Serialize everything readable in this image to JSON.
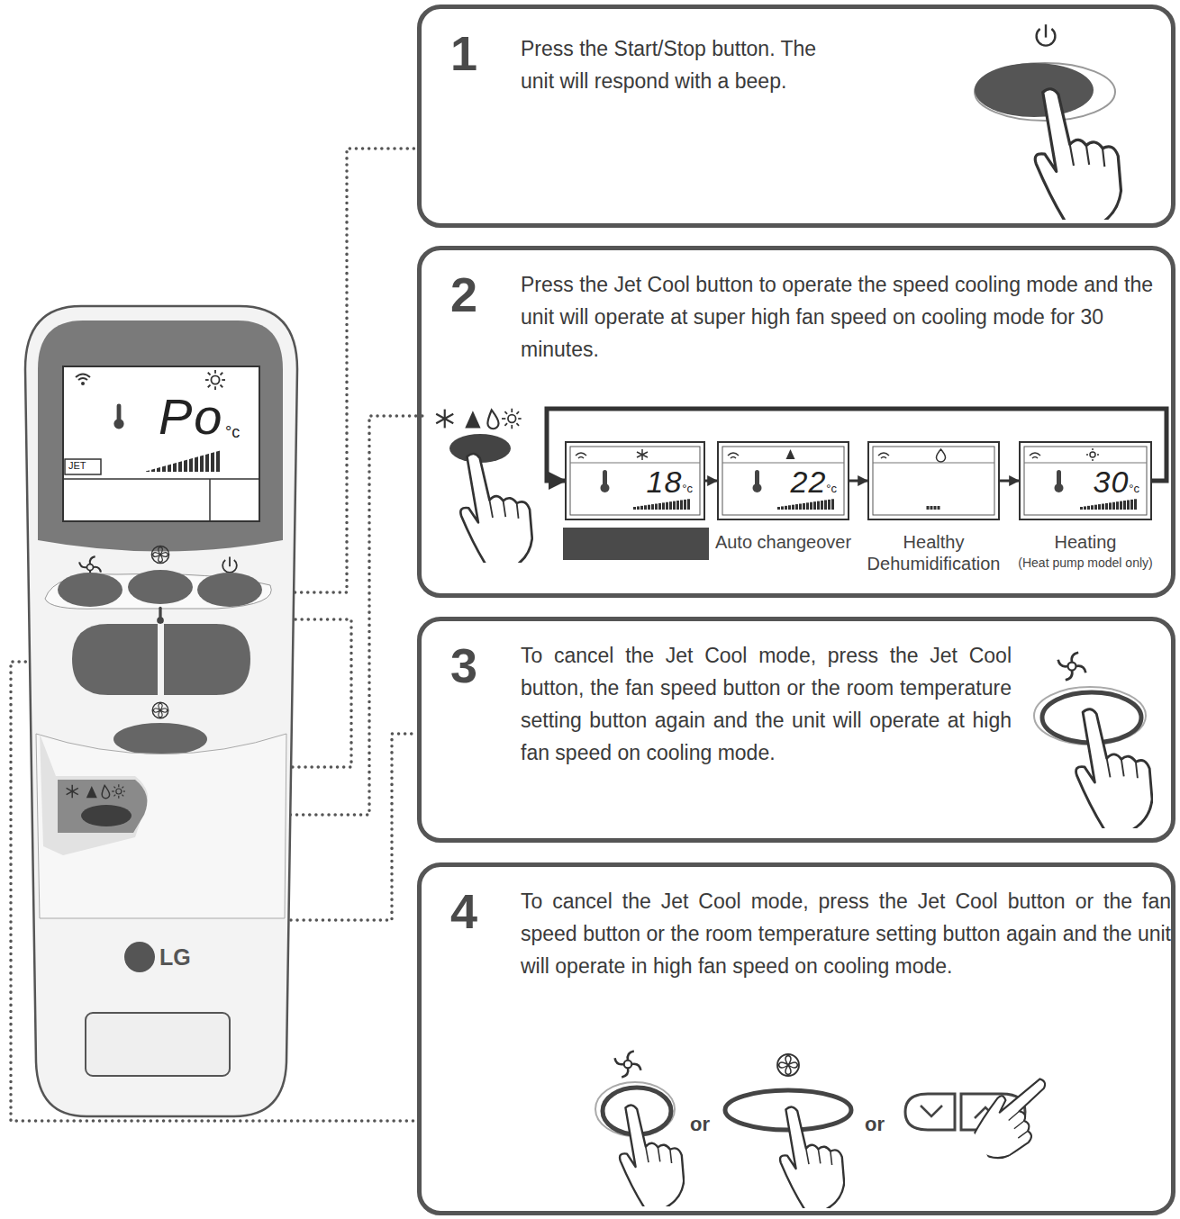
{
  "diagram": {
    "nodes": [
      {
        "text": [
          "1",
          "Press the Start/Stop button. The unit will respond with a beep."
        ]
      },
      {
        "text": [
          "2",
          "Press the Jet Cool button to operate the speed cooling mode and the unit will operate at super high fan speed on cooling mode for 30 minutes."
        ]
      },
      {
        "text": [
          "18",
          "°c"
        ],
        "in": 1
      },
      {
        "text": [
          "22",
          "°c",
          "Auto changeover"
        ],
        "in": 1
      },
      {
        "text": [
          "Healthy Dehumidification"
        ],
        "in": 1
      },
      {
        "text": [
          "30",
          "°c",
          "Heating",
          "(Heat pump model only)"
        ],
        "in": 1
      },
      {
        "text": [
          "3",
          "To cancel the Jet Cool mode, press the Jet Cool button, the fan speed button or the room temperature setting button again and the unit will operate at high fan speed on cooling mode."
        ]
      },
      {
        "text": [
          "4",
          "To cancel the Jet Cool mode, press the Jet Cool button or the fan speed button or the room temperature setting button again and the unit will operate in high fan speed on cooling mode."
        ]
      }
    ],
    "edges": [
      {
        "from": 2,
        "to": 3,
        "arrow": "to"
      },
      {
        "from": 3,
        "to": 4,
        "arrow": "to"
      },
      {
        "from": 4,
        "to": 5,
        "arrow": "to"
      },
      {
        "from": 5,
        "to": 2,
        "arrow": "to"
      }
    ],
    "labels": [
      "Po",
      "°c",
      "JET",
      "LG",
      "or",
      "or"
    ]
  }
}
